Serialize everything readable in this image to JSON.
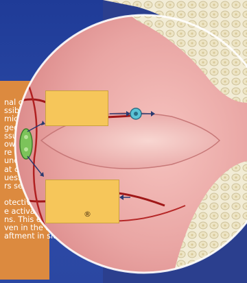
{
  "text_panel": {
    "lines": [
      "nal cells",
      "ssible",
      "mical",
      "ged on",
      "ssue",
      "ow well",
      "re",
      "uno-",
      "at con-",
      "ues. The",
      "rs secreted",
      "",
      "otective",
      "e activation of",
      "ns. This explains",
      "ven in the absence of",
      "aftment in sites of injury."
    ]
  },
  "labels": {
    "upper_box": "",
    "lower_box_mark": "®"
  },
  "colors": {
    "background_blue": "#2b47a2",
    "panel_orange": "#dc8a3f",
    "label_box": "#f6c65a",
    "tissue_pink": "#e79a97",
    "vessel_red": "#a01818",
    "cell_teal": "#5ac4d6"
  }
}
